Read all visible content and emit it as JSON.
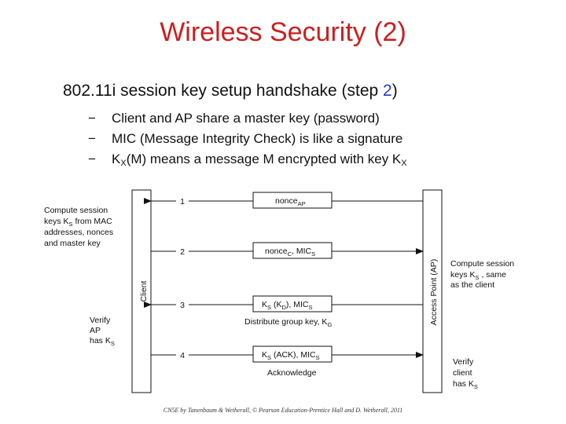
{
  "slide": {
    "title": "Wireless Security (2)",
    "subtitle_prefix": "802.11i session key setup handshake (step ",
    "subtitle_step": "2",
    "subtitle_suffix": ")",
    "bullets": [
      {
        "dash": "−",
        "text": "Client and AP share a master key (password)"
      },
      {
        "dash": "−",
        "text": "MIC (Message Integrity Check) is like a signature"
      },
      {
        "dash": "−",
        "k1": "K",
        "s1": "X",
        "mid": "(M) means a message M encrypted with key K",
        "s2": "X"
      }
    ],
    "credit": "CN5E by Tanenbaum & Wetherall, © Pearson Education-Prentice Hall and D. Wetherall, 2011"
  },
  "diagram": {
    "client_label": "Client",
    "ap_label": "Access Point (AP)",
    "left_notes": {
      "compute": [
        "Compute session",
        "keys K",
        "S",
        " from MAC",
        "addresses, nonces",
        "and master key"
      ],
      "verify": [
        "Verify",
        "AP",
        "has K",
        "S"
      ]
    },
    "right_notes": {
      "compute": [
        "Compute session",
        "keys K",
        "S",
        " , same",
        "as the client"
      ],
      "verify": [
        "Verify",
        "client",
        "has K",
        "S"
      ]
    },
    "messages": [
      {
        "num": "1",
        "a": "nonce",
        "a_sub": "AP",
        "b": "",
        "b_sub": "",
        "c": "",
        "c_sub": "",
        "below": ""
      },
      {
        "num": "2",
        "a": "nonce",
        "a_sub": "C",
        "b": ", MIC",
        "b_sub": "S",
        "c": "",
        "c_sub": "",
        "below": ""
      },
      {
        "num": "3",
        "a": "K",
        "a_sub": "S",
        "b": " (K",
        "b_sub": "D",
        "c": "), MIC",
        "c_sub": "S",
        "below_main": "Distribute group key, K",
        "below_sub": "G"
      },
      {
        "num": "4",
        "a": "K",
        "a_sub": "S",
        "b": " (ACK), MIC",
        "b_sub": "S",
        "c": "",
        "c_sub": "",
        "below": "Acknowledge"
      }
    ]
  }
}
